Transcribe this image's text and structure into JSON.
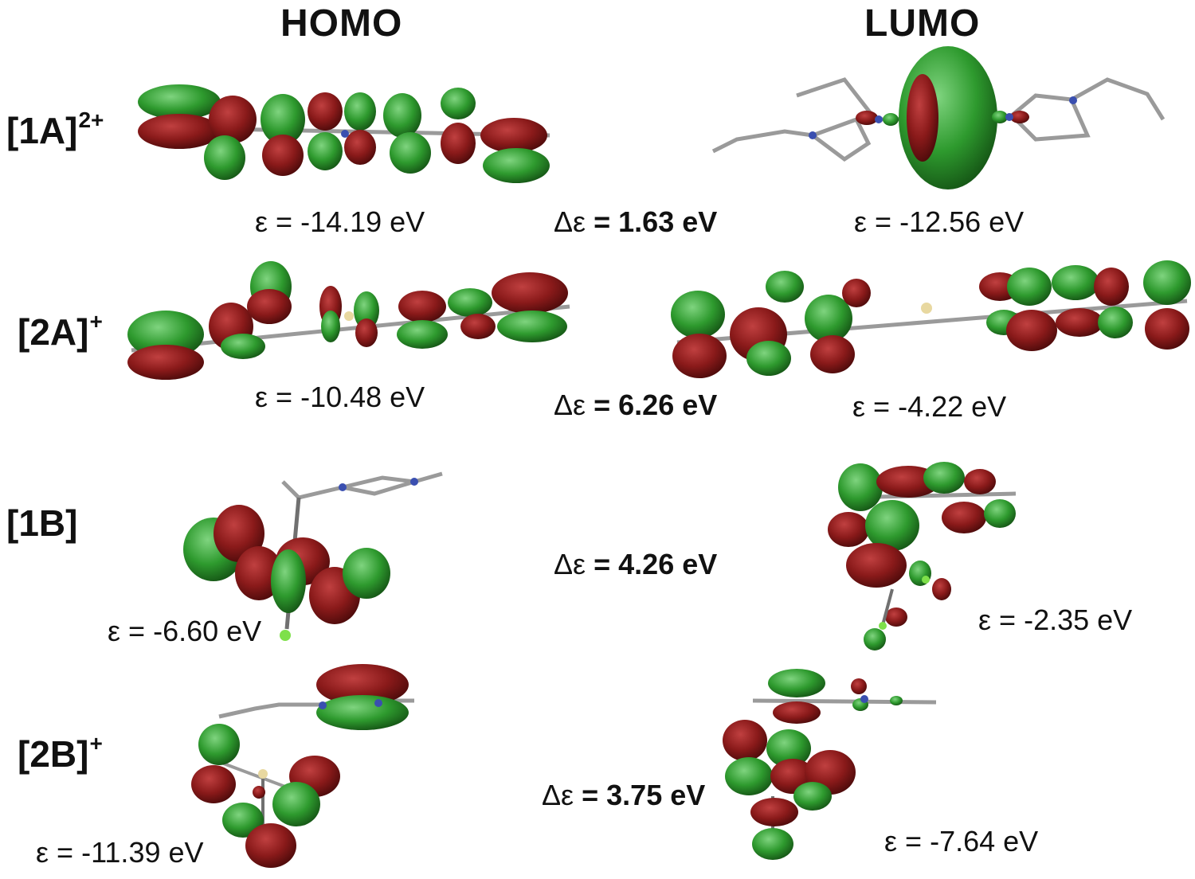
{
  "headers": {
    "homo": "HOMO",
    "lumo": "LUMO"
  },
  "rows": [
    {
      "label": "[1A]",
      "charge": "2+",
      "homo_energy": "ε = -14.19 eV",
      "gap_prefix": "Δε",
      "gap_value": "= 1.63 eV",
      "lumo_energy": "ε = -12.56 eV"
    },
    {
      "label": "[2A]",
      "charge": "+",
      "homo_energy": "ε = -10.48 eV",
      "gap_prefix": "Δε",
      "gap_value": "= 6.26 eV",
      "lumo_energy": "ε = -4.22 eV"
    },
    {
      "label": "[1B]",
      "charge": "",
      "homo_energy": "ε = -6.60 eV",
      "gap_prefix": "Δε",
      "gap_value": "= 4.26 eV",
      "lumo_energy": "ε = -2.35 eV"
    },
    {
      "label": "[2B]",
      "charge": "+",
      "homo_energy": "ε = -11.39 eV",
      "gap_prefix": "Δε",
      "gap_value": "= 3.75 eV",
      "lumo_energy": "ε = -7.64 eV"
    }
  ],
  "colors": {
    "lobe_green": "#2e9a2e",
    "lobe_red": "#8a1a1a",
    "bond": "#9a9a9a",
    "nitrogen": "#3a4fb0"
  }
}
